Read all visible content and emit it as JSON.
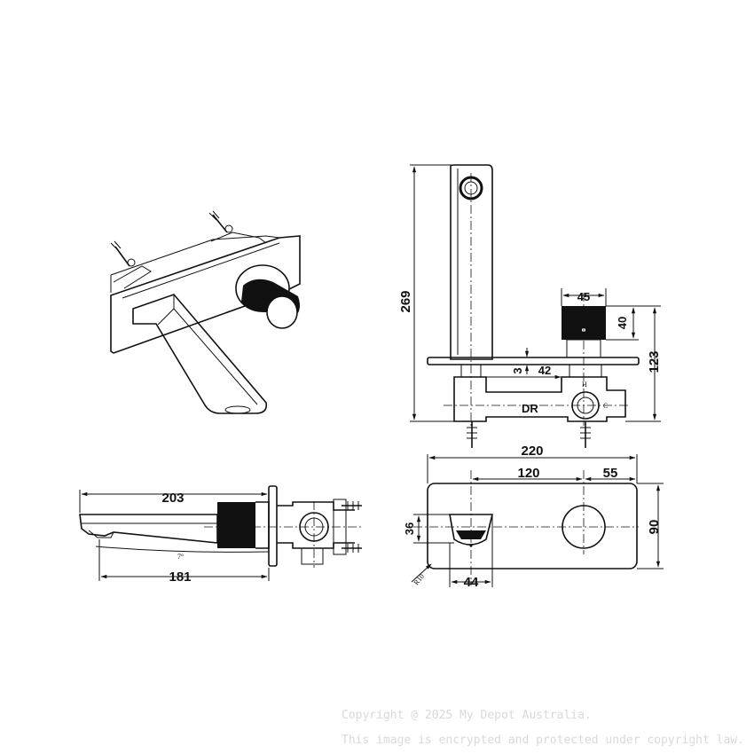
{
  "drawing": {
    "iso_view": {
      "label": "isometric-view"
    },
    "front_view": {
      "dims": {
        "height": "269",
        "knob_width": "45",
        "knob_height": "40",
        "plate_thickness": "3",
        "offset": "42",
        "body_height": "123"
      },
      "body_label": "DR",
      "hot_label": "H",
      "cold_label": "C"
    },
    "side_view": {
      "dims": {
        "spout_total": "203",
        "spout_reach": "181"
      },
      "angle_label": "7°"
    },
    "plate_view": {
      "dims": {
        "width": "220",
        "centres": "120",
        "edge_to_knob": "55",
        "height": "90",
        "spout_height": "36",
        "spout_width": "44",
        "radius": "R10"
      }
    }
  },
  "watermark": {
    "line1": "Copyright @ 2025 My Depot Australia.",
    "line2": "This image is encrypted and protected under copyright law."
  },
  "colors": {
    "line": "#111111",
    "watermark": "#d9d9d9",
    "background": "#ffffff"
  }
}
